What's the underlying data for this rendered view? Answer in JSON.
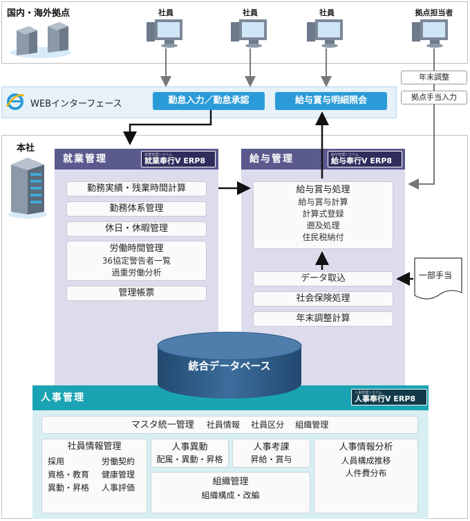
{
  "regions": {
    "domestic_overseas_label": "国内・海外拠点",
    "headquarters_label": "本社"
  },
  "users": {
    "employee1": "社員",
    "employee2": "社員",
    "employee3": "社員",
    "branch_staff": "拠点担当者"
  },
  "branch_flow": {
    "year_end_adjustment": "年末調整",
    "branch_allowance_input": "拠点手当入力"
  },
  "web": {
    "interface_label": "WEBインターフェース",
    "attendance_button": "勤怠入力／勤怠承認",
    "payslip_button": "給与賞与明細照会"
  },
  "work_management": {
    "title": "就業管理",
    "logo_sub": "就業管理システム",
    "logo_text": "就業奉行V ERP8",
    "items": [
      {
        "title": "勤務実績・残業時間計算"
      },
      {
        "title": "勤務体系管理"
      },
      {
        "title": "休日・休暇管理"
      },
      {
        "title": "労働時間管理",
        "sub1": "36協定警告者一覧",
        "sub2": "過重労働分析"
      },
      {
        "title": "管理帳票"
      }
    ]
  },
  "payroll": {
    "title": "給与管理",
    "logo_sub": "給与管理システム",
    "logo_text": "給与奉行V ERP8",
    "processing": {
      "title": "給与賞与処理",
      "lines": [
        "給与賞与計算",
        "計算式登録",
        "遡及処理",
        "住民税納付"
      ]
    },
    "items": [
      "データ取込",
      "社会保険処理",
      "年末調整計算"
    ],
    "partial_allowance": "一部手当"
  },
  "database": {
    "label": "統合データベース"
  },
  "hr": {
    "title": "人事管理",
    "logo_sub": "人事管理システム",
    "logo_text": "人事奉行V ERP8",
    "master": {
      "title": "マスタ統一管理",
      "items": [
        "社員情報",
        "社員区分",
        "組織管理"
      ]
    },
    "employee_info": {
      "title": "社員情報管理",
      "left": [
        "採用",
        "資格・教育",
        "異動・昇格"
      ],
      "right": [
        "労働契約",
        "健康管理",
        "人事評価"
      ]
    },
    "transfer": {
      "title": "人事異動",
      "sub": "配属・異動・昇格"
    },
    "evaluation": {
      "title": "人事考課",
      "sub": "昇給・賞与"
    },
    "analysis": {
      "title": "人事情報分析",
      "lines": [
        "人員構成推移",
        "人件費分布"
      ]
    },
    "organization": {
      "title": "組織管理",
      "sub": "組織構成・改編"
    }
  },
  "colors": {
    "web_button": "#2a9bd8",
    "work_header": "#5b5a8e",
    "hr_header": "#1aa4b3",
    "database": "#2b5a8a"
  }
}
